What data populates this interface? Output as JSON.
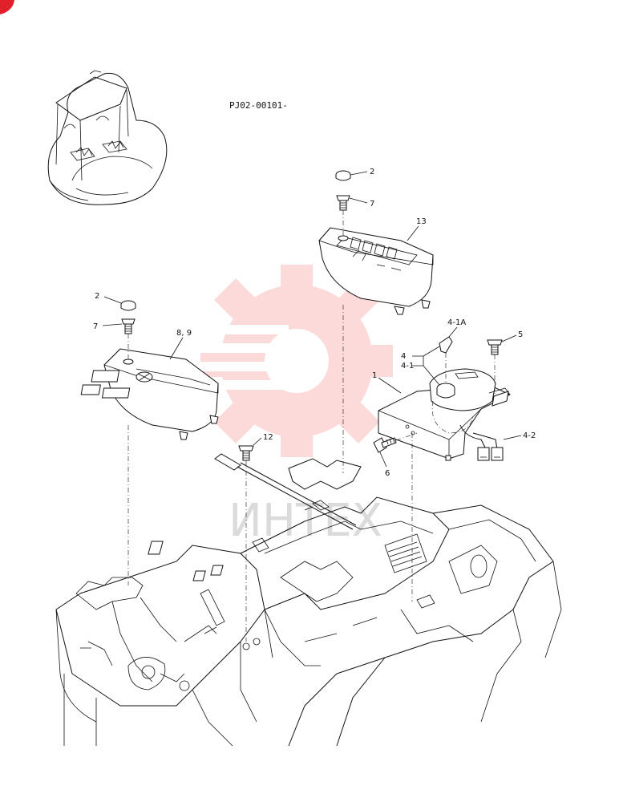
{
  "drawing_code": "PJ02-00101-",
  "watermark_text": "ИНТЕХ",
  "watermark_color": "#f25a5a",
  "line_color": "#111111",
  "corner_mark_color": "#e0202a",
  "callouts": {
    "c2a": "2",
    "c7a": "7",
    "c13": "13",
    "c2b": "2",
    "c7b": "7",
    "c89": "8, 9",
    "c4_1A": "4-1A",
    "c5": "5",
    "c4": "4",
    "c4_1": "4-1",
    "c1": "1",
    "c12": "12",
    "c4_2": "4-2",
    "c6": "6"
  }
}
